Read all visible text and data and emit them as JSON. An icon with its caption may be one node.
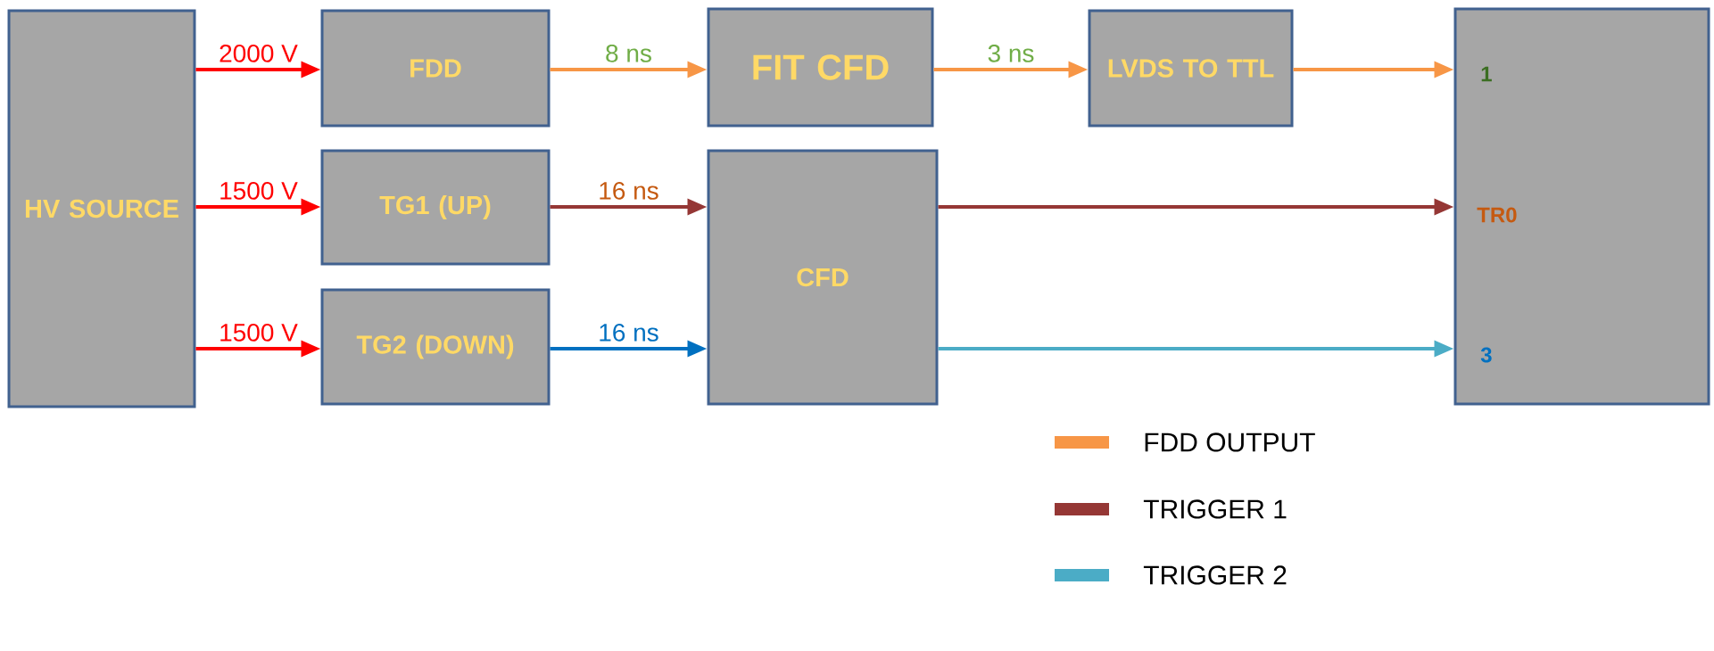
{
  "diagram": {
    "nodes": [
      {
        "text": [
          "HV SOURCE"
        ]
      },
      {
        "text": [
          "FDD"
        ]
      },
      {
        "text": [
          "FIT CFD"
        ]
      },
      {
        "text": [
          "LVDS TO TTL"
        ]
      },
      {
        "text": [
          "TG1 (UP)"
        ]
      },
      {
        "text": [
          "TG2 (DOWN)"
        ]
      },
      {
        "text": [
          "CFD"
        ]
      },
      {
        "text": [],
        "shape": "box"
      }
    ],
    "edges": [
      {
        "from": 0,
        "to": 1,
        "arrow": "to",
        "label": "2000 V",
        "color": "#ff0000"
      },
      {
        "from": 0,
        "to": 4,
        "arrow": "to",
        "label": "1500 V",
        "color": "#ff0000"
      },
      {
        "from": 0,
        "to": 5,
        "arrow": "to",
        "label": "1500 V",
        "color": "#ff0000"
      },
      {
        "from": 1,
        "to": 2,
        "arrow": "to",
        "label": "8 ns",
        "color": "#f79646"
      },
      {
        "from": 2,
        "to": 3,
        "arrow": "to",
        "label": "3 ns",
        "color": "#f79646"
      },
      {
        "from": 3,
        "to": 7,
        "arrow": "to",
        "color": "#f79646"
      },
      {
        "from": 4,
        "to": 6,
        "arrow": "to",
        "label": "16 ns",
        "color": "#953735"
      },
      {
        "from": 5,
        "to": 6,
        "arrow": "to",
        "label": "16 ns",
        "color": "#0070c0"
      },
      {
        "from": 6,
        "to": 7,
        "arrow": "to",
        "color": "#953735"
      },
      {
        "from": 6,
        "to": 7,
        "arrow": "to",
        "color": "#4bacc6"
      }
    ],
    "labels": [
      "1",
      "TR0",
      "3"
    ],
    "legend": [
      {
        "text": "FDD OUTPUT",
        "color": "#f79646"
      },
      {
        "text": "TRIGGER 1",
        "color": "#953735"
      },
      {
        "text": "TRIGGER 2",
        "color": "#4bacc6"
      }
    ]
  }
}
